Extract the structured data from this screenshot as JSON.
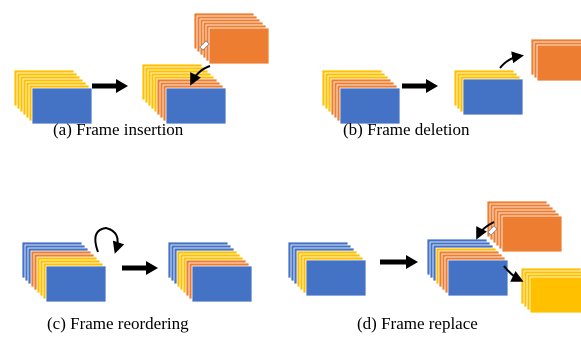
{
  "captions": {
    "a": "(a) Frame insertion",
    "b": "(b) Frame deletion",
    "c": "(c) Frame reordering",
    "d": "(d) Frame replace"
  },
  "colors": {
    "yellow": "#FFC000",
    "orange": "#ED7D31",
    "blue": "#4472C4",
    "arrow": "#000000"
  }
}
